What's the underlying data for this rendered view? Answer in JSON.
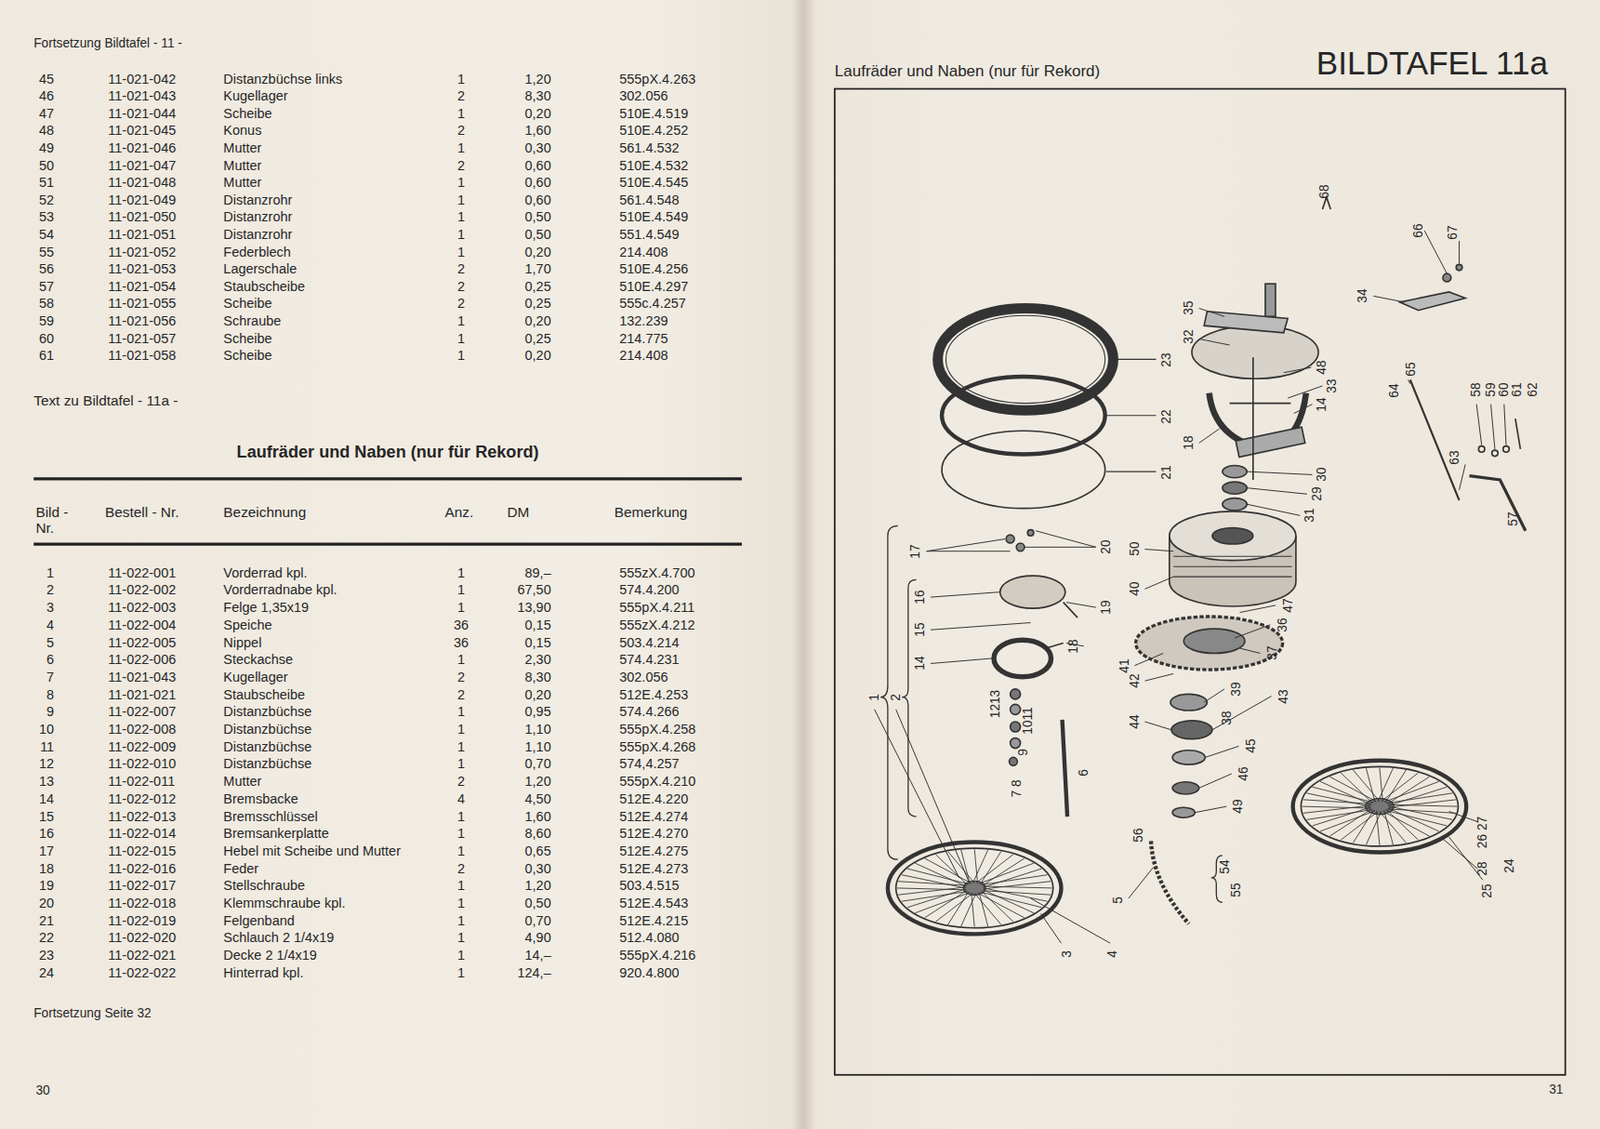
{
  "diagram": {
    "title": "BILDTAFEL 11a",
    "labels": [
      "Fortsetzung Bildtafel - 11 -",
      "45",
      "11-021-042",
      "Distanzbüchse links",
      "1",
      "1,20",
      "555pX.4.263",
      "46",
      "11-021-043",
      "Kugellager",
      "2",
      "8,30",
      "302.056",
      "47",
      "11-021-044",
      "Scheibe",
      "1",
      "0,20",
      "510E.4.519",
      "48",
      "11-021-045",
      "Konus",
      "2",
      "1,60",
      "510E.4.252",
      "49",
      "11-021-046",
      "Mutter",
      "1",
      "0,30",
      "561.4.532",
      "50",
      "11-021-047",
      "Mutter",
      "2",
      "0,60",
      "510E.4.532",
      "51",
      "11-021-048",
      "Mutter",
      "1",
      "0,60",
      "510E.4.545",
      "52",
      "11-021-049",
      "Distanzrohr",
      "1",
      "0,60",
      "561.4.548",
      "53",
      "11-021-050",
      "Distanzrohr",
      "1",
      "0,50",
      "510E.4.549",
      "54",
      "11-021-051",
      "Distanzrohr",
      "1",
      "0,50",
      "551.4.549",
      "55",
      "11-021-052",
      "Federblech",
      "1",
      "0,20",
      "214.408",
      "56",
      "11-021-053",
      "Lagerschale",
      "2",
      "1,70",
      "510E.4.256",
      "57",
      "11-021-054",
      "Staubscheibe",
      "2",
      "0,25",
      "510E.4.297",
      "58",
      "11-021-055",
      "Scheibe",
      "2",
      "0,25",
      "555c.4.257",
      "59",
      "11-021-056",
      "Schraube",
      "1",
      "0,20",
      "132.239",
      "60",
      "11-021-057",
      "Scheibe",
      "1",
      "0,25",
      "214.775",
      "61",
      "11-021-058",
      "Scheibe",
      "1",
      "0,20",
      "214.408",
      "Text zu Bildtafel - 11a -",
      "Laufräder und Naben (nur für Rekord)",
      "Bild - Nr.",
      "Bestell - Nr.",
      "Bezeichnung",
      "Anz.",
      "DM",
      "Bemerkung",
      "1",
      "11-022-001",
      "Vorderrad kpl.",
      "1",
      "89,–",
      "555zX.4.700",
      "2",
      "11-022-002",
      "Vorderradnabe kpl.",
      "1",
      "67,50",
      "574.4.200",
      "3",
      "11-022-003",
      "Felge 1,35x19",
      "1",
      "13,90",
      "555pX.4.211",
      "4",
      "11-022-004",
      "Speiche",
      "36",
      "0,15",
      "555zX.4.212",
      "5",
      "11-022-005",
      "Nippel",
      "36",
      "0,15",
      "503.4.214",
      "6",
      "11-022-006",
      "Steckachse",
      "1",
      "2,30",
      "574.4.231",
      "7",
      "11-021-043",
      "Kugellager",
      "2",
      "8,30",
      "302.056",
      "8",
      "11-021-021",
      "Staubscheibe",
      "2",
      "0,20",
      "512E.4.253",
      "9",
      "11-022-007",
      "Distanzbüchse",
      "1",
      "0,95",
      "574.4.266",
      "10",
      "11-022-008",
      "Distanzbüchse",
      "1",
      "1,10",
      "555pX.4.258",
      "11",
      "11-022-009",
      "Distanzbüchse",
      "1",
      "1,10",
      "555pX.4.268",
      "12",
      "11-022-010",
      "Distanzbüchse",
      "1",
      "0,70",
      "574,4.257",
      "13",
      "11-022-011",
      "Mutter",
      "2",
      "1,20",
      "555pX.4.210",
      "14",
      "11-022-012",
      "Bremsbacke",
      "4",
      "4,50",
      "512E.4.220",
      "15",
      "11-022-013",
      "Bremsschlüssel",
      "1",
      "1,60",
      "512E.4.274",
      "16",
      "11-022-014",
      "Bremsankerplatte",
      "1",
      "8,60",
      "512E.4.270",
      "17",
      "11-022-015",
      "Hebel mit Scheibe und Mutter",
      "1",
      "0,65",
      "512E.4.275",
      "18",
      "11-022-016",
      "Feder",
      "2",
      "0,30",
      "512E.4.273",
      "19",
      "11-022-017",
      "Stellschraube",
      "1",
      "1,20",
      "503.4.515",
      "20",
      "11-022-018",
      "Klemmschraube kpl.",
      "1",
      "0,50",
      "512E.4.543",
      "21",
      "11-022-019",
      "Felgenband",
      "1",
      "0,70",
      "512E.4.215",
      "22",
      "11-022-020",
      "Schlauch 2 1/4x19",
      "1",
      "4,90",
      "512.4.080",
      "23",
      "11-022-021",
      "Decke 2 1/4x19",
      "1",
      "14,–",
      "555pX.4.216",
      "24",
      "11-022-022",
      "Hinterrad kpl.",
      "1",
      "124,–",
      "920.4.800",
      "Fortsetzung Seite 32",
      "30",
      "31",
      "Laufräder und Naben (nur für Rekord)",
      "68",
      "66",
      "67",
      "34",
      "35",
      "32",
      "23",
      "48",
      "33",
      "14",
      "65",
      "64",
      "58",
      "59",
      "60",
      "61",
      "62",
      "22",
      "18",
      "21",
      "63",
      "30",
      "29",
      "31",
      "57",
      "17",
      "20",
      "50",
      "16",
      "40",
      "19",
      "15",
      "47",
      "36",
      "18",
      "14",
      "41",
      "37",
      "42",
      "39",
      "43",
      "1",
      "2",
      "1213",
      "1011",
      "44",
      "38",
      "9",
      "45",
      "6",
      "46",
      "7 8",
      "49",
      "56",
      "54",
      "55",
      "26 27",
      "24",
      "28",
      "25",
      "5",
      "3",
      "4"
    ]
  }
}
